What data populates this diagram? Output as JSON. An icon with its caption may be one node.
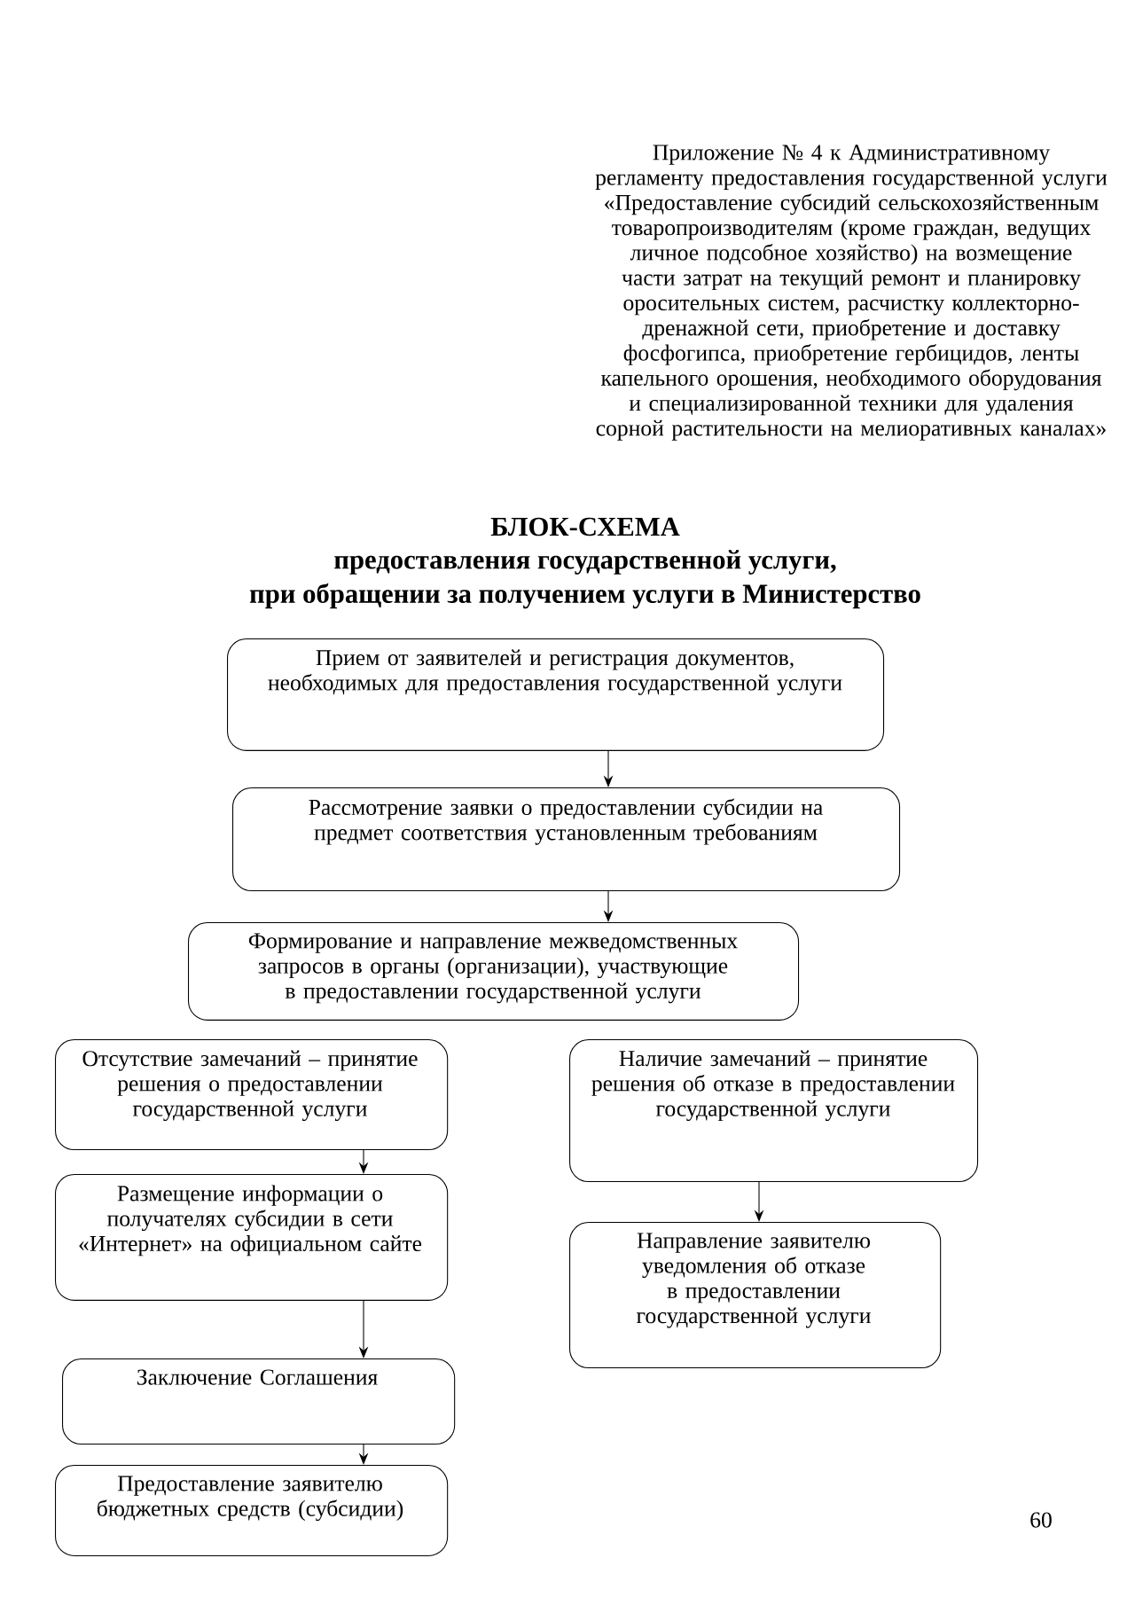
{
  "diagram": {
    "title": "БЛОК-СХЕМА",
    "nodes": [
      {
        "text": [
          "Прием от заявителей и регистрация документов, необходимых для предоставления государственной услуги"
        ]
      },
      {
        "text": [
          "Рассмотрение заявки о предоставлении субсидии на предмет  соответствия установленным требованиям"
        ]
      },
      {
        "text": [
          "Формирование и направление межведомственных запросов в органы (организации), участвующие в предоставлении государственной услуги"
        ]
      },
      {
        "text": [
          "Отсутствие замечаний – принятие решения о предоставлении государственной услуги"
        ]
      },
      {
        "text": [
          "Размещение информации о получателях субсидии в сети «Интернет» на официальном сайте"
        ]
      },
      {
        "text": [
          "Заключение Соглашения"
        ]
      },
      {
        "text": [
          "Предоставление заявителю бюджетных средств (субсидии)"
        ]
      },
      {
        "text": [
          "Наличие замечаний – принятие решения об отказе в предоставлении государственной услуги"
        ]
      },
      {
        "text": [
          "Направление заявителю уведомления об отказе в предоставлении государственной услуги"
        ]
      }
    ],
    "edges": [
      {
        "from": 0,
        "to": 1,
        "arrow": "to"
      },
      {
        "from": 1,
        "to": 2,
        "arrow": "to"
      },
      {
        "from": 3,
        "to": 4,
        "arrow": "to"
      },
      {
        "from": 4,
        "to": 5,
        "arrow": "to"
      },
      {
        "from": 5,
        "to": 6,
        "arrow": "to"
      },
      {
        "from": 7,
        "to": 8,
        "arrow": "to"
      }
    ],
    "labels": [
      "Приложение № 4 к Административному регламенту предоставления государственной услуги «Предоставление  субсидий сельскохозяйственным товаропроизводителям (кроме граждан, ведущих личное подсобное хозяйство) на возмещение части затрат на текущий ремонт и планировку оросительных систем, расчистку коллекторно-дренажной сети, приобретение и доставку фосфогипса, приобретение гербицидов, ленты капельного орошения, необходимого оборудования и специализированной техники для удаления сорной растительности на мелиоративных каналах»",
      "предоставления государственной услуги,",
      "при обращении за получением услуги в Министерство",
      "60"
    ]
  }
}
